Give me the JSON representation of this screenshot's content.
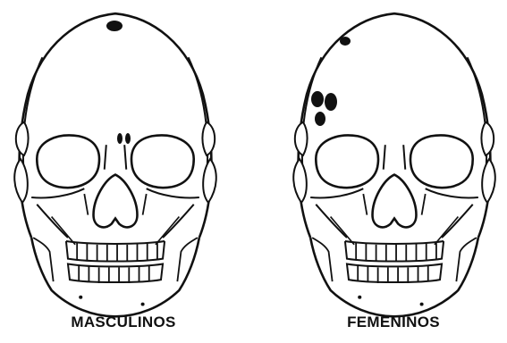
{
  "figure": {
    "panels": [
      {
        "label": "MASCULINOS",
        "markers": [
          "frontal-marker",
          "nasal-marker-left",
          "nasal-marker-right"
        ]
      },
      {
        "label": "FEMENINOS",
        "markers": [
          "frontal-marker",
          "orbital-marker-upper",
          "orbital-marker-lower",
          "orbital-marker-right"
        ]
      }
    ],
    "colors": {
      "line": "#111111",
      "fill": "#ffffff",
      "marker": "#111111"
    }
  }
}
